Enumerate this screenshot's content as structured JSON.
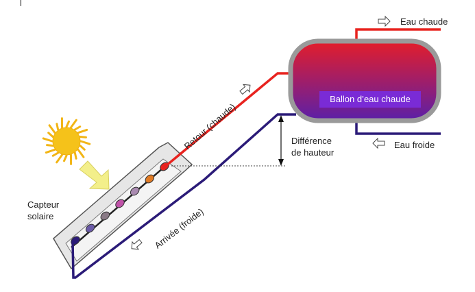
{
  "labels": {
    "hot_water_out": "Eau chaude",
    "cold_water_in": "Eau froide",
    "tank": "Ballon d’eau chaude",
    "height_difference_line1": "Différence",
    "height_difference_line2": "de hauteur",
    "collector_line1": "Capteur",
    "collector_line2": "solaire",
    "return_hot": "Retour (chaude)",
    "inflow_cold": "Arrivée (froide)"
  },
  "colors": {
    "hot_pipe": "#e8231f",
    "cold_pipe": "#2b1b78",
    "tank_top": "#e41e2a",
    "tank_bottom": "#5b1fa8",
    "tank_shell": "#9a9a9a",
    "tank_label_bg": "#7a2bd6",
    "sun": "#f5c21a",
    "sunlight_arrow": "#f3ef8a",
    "collector_frame": "#d9d9d9"
  },
  "icons": [
    "sun-icon",
    "sunlight-arrow-icon",
    "flow-arrow-icon"
  ],
  "collector_tubes": [
    {
      "color": "#2b1b78"
    },
    {
      "color": "#6a5aa6"
    },
    {
      "color": "#8a7a86"
    },
    {
      "color": "#c052a8"
    },
    {
      "color": "#a98ab0"
    },
    {
      "color": "#e07a24"
    },
    {
      "color": "#e8231f"
    }
  ]
}
